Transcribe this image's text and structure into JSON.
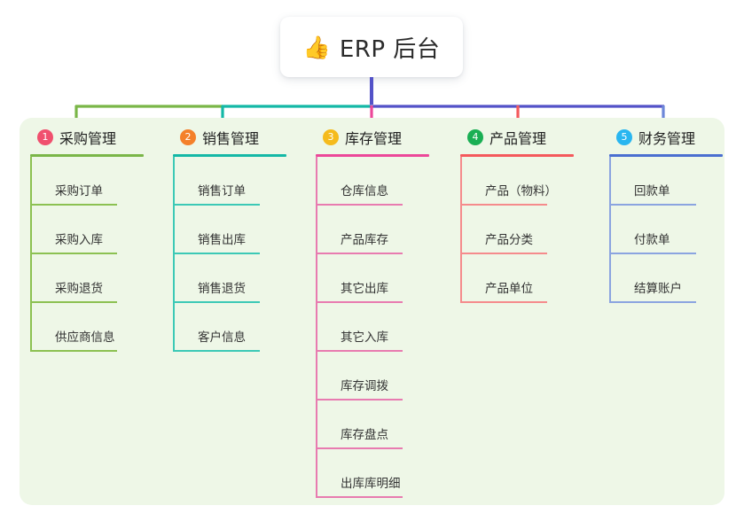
{
  "title": {
    "emoji": "👍",
    "emoji_name": "thumbs-up-icon",
    "text": "ERP 后台"
  },
  "colors": {
    "panel_background": "#eef7e7",
    "card_background": "#ffffff",
    "title_text": "#2b2b2b",
    "trunk": "#5352c8",
    "bus_green": "#7ab648",
    "bus_teal": "#14b8a6",
    "bus_purple": "#5352c8",
    "drop_green": "#7ab648",
    "drop_teal": "#14b8a6",
    "drop_pink": "#ec4899",
    "drop_red": "#f4595c",
    "drop_blue": "#6c87d8"
  },
  "columns": [
    {
      "index": "1",
      "badge_color": "#f0506e",
      "rule_color": "#7ab648",
      "line_color": "#8cc152",
      "title": "采购管理",
      "items": [
        "采购订单",
        "采购入库",
        "采购退货",
        "供应商信息"
      ]
    },
    {
      "index": "2",
      "badge_color": "#f4802a",
      "rule_color": "#14b8a6",
      "line_color": "#3cc9b6",
      "title": "销售管理",
      "items": [
        "销售订单",
        "销售出库",
        "销售退货",
        "客户信息"
      ]
    },
    {
      "index": "3",
      "badge_color": "#f5bb1d",
      "rule_color": "#ec4899",
      "line_color": "#e87bb0",
      "title": "库存管理",
      "items": [
        "仓库信息",
        "产品库存",
        "其它出库",
        "其它入库",
        "库存调拨",
        "库存盘点",
        "出库库明细"
      ]
    },
    {
      "index": "4",
      "badge_color": "#1aaf54",
      "rule_color": "#f4595c",
      "line_color": "#f58b8c",
      "title": "产品管理",
      "items": [
        "产品（物料）",
        "产品分类",
        "产品单位"
      ]
    },
    {
      "index": "5",
      "badge_color": "#29b6f0",
      "rule_color": "#4a6fd0",
      "line_color": "#8ba4e0",
      "title": "财务管理",
      "items": [
        "回款单",
        "付款单",
        "结算账户"
      ]
    }
  ]
}
